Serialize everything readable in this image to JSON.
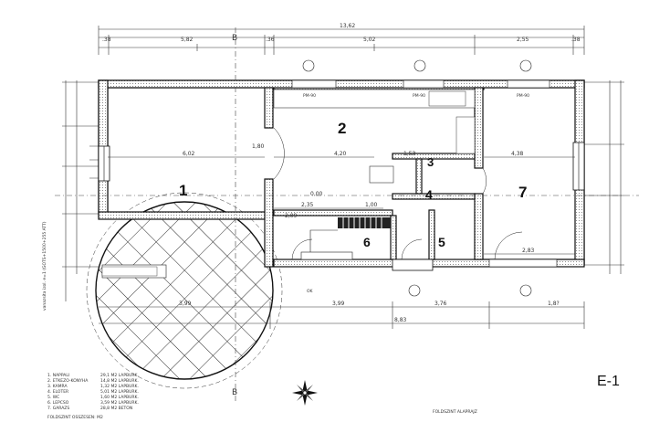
{
  "drawing_id": "E-1",
  "rooms": [
    {
      "label": "1"
    },
    {
      "label": "2"
    },
    {
      "label": "3"
    },
    {
      "label": "4"
    },
    {
      "label": "5"
    },
    {
      "label": "6"
    },
    {
      "label": "7"
    }
  ],
  "section_mark": "B",
  "top_dims": {
    "overall": "13,62",
    "seg1": ".38",
    "seg2": "5,82",
    "seg3": ".36",
    "seg4": "5,02",
    "seg5": "2,55",
    "seg6": ".38"
  },
  "bottom_dims": {
    "seg1": "3,99",
    "seg2": "3,99",
    "seg3": "3,76",
    "seg4": "1,8?",
    "overall": "8,83"
  },
  "interior_dims": {
    "d1": "6,02",
    "d2": "4,20",
    "d3": "4,38",
    "d4": "1,53",
    "d5": "2,35",
    "d6": "2,09",
    "d7": "2,83",
    "d8": "1,80",
    "d9": "1,00",
    "d10": "0,00"
  },
  "window_tags": [
    "PM-90",
    "PM-90",
    "PM-90",
    "OK"
  ],
  "side_note": "vanazsita izol. e=1 (GOTS+1500+255 ATT)",
  "legend_lines": [
    "1. NAPPALI",
    "2. ETKEZO-KONYHA",
    "3. KAMRA",
    "4. ELOTER",
    "5. WC",
    "6. LEPCSO",
    "7. GARAZS"
  ],
  "legend_values": [
    "29,1 M2  LAPBURK.",
    "14,8 M2  LAPBURK.",
    "1,32 M2  LAPBURK.",
    "5,01 M2  LAPBURK.",
    "1,60 M2  LAPBURK.",
    "3,59 M2  LAPBURK.",
    "28,8 M2  BETON"
  ],
  "legend_footer": "FOLDSZINT OSSZESEN:   M2",
  "footer_caption": "FOLDSZINT ALAPRAJZ",
  "colors": {
    "ink": "#111111",
    "paper": "#ffffff"
  }
}
